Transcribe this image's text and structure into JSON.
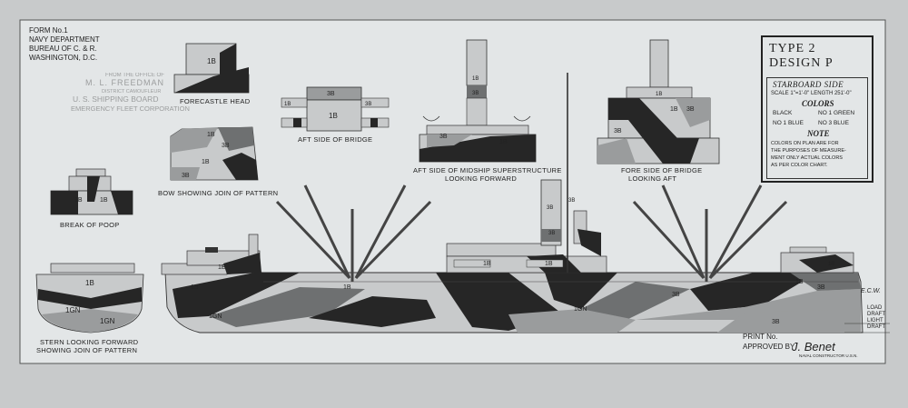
{
  "colors": {
    "paper": "#e3e6e7",
    "black": "#262626",
    "green1": "#9a9c9d",
    "blue1": "#c8cacb",
    "blue3": "#6e7071",
    "line": "#333333"
  },
  "form_block": {
    "lines": [
      "FORM No.1",
      "NAVY DEPARTMENT",
      "BUREAU OF C. & R.",
      "WASHINGTON, D.C."
    ]
  },
  "stamp": {
    "line1": "FROM THE OFFICE OF",
    "line2": "M. L. FREEDMAN",
    "line3": "DISTRICT CAMOUFLEUR",
    "line4": "U. S. SHIPPING BOARD",
    "line5": "EMERGENCY FLEET CORPORATION"
  },
  "title_box": {
    "type": "TYPE 2",
    "design": "DESIGN P",
    "side": "STARBOARD SIDE",
    "scale_label": "SCALE",
    "scale_value": "1\"=1'-0\"",
    "length_label": "LENGTH",
    "length_value": "251'-0\"",
    "colors_heading": "COLORS",
    "colors_row1_a": "BLACK",
    "colors_row1_b": "NO 1 GREEN",
    "colors_row2_a": "NO 1 BLUE",
    "colors_row2_b": "NO 3 BLUE",
    "note_heading": "NOTE",
    "note_lines": [
      "COLORS ON PLAN ARE FOR",
      "THE PURPOSES OF MEASURE-",
      "MENT ONLY  ACTUAL COLORS",
      "AS PER COLOR CHART."
    ]
  },
  "captions": {
    "forecastle": "FORECASTLE HEAD",
    "aft_bridge": "AFT SIDE OF BRIDGE",
    "bow_join": "BOW SHOWING JOIN OF PATTERN",
    "break_poop": "BREAK OF POOP",
    "midship_1": "AFT SIDE OF MIDSHIP SUPERSTRUCTURE",
    "midship_2": "LOOKING FORWARD",
    "fore_bridge_1": "FORE SIDE OF BRIDGE",
    "fore_bridge_2": "LOOKING AFT",
    "stern_1": "STERN LOOKING FORWARD",
    "stern_2": "SHOWING JOIN OF PATTERN"
  },
  "labels": {
    "b1": "1B",
    "b3": "3B",
    "gn": "1GN",
    "load_draft_1": "LOAD",
    "load_draft_2": "DRAFT",
    "light_draft_1": "LIGHT",
    "light_draft_2": "DRAFT"
  },
  "approval": {
    "print_no": "PRINT No.",
    "approved_by": "APPROVED BY",
    "signature": "J. Benet",
    "constructor": "NAVAL CONSTRUCTOR U.S.N.",
    "initials": "E.C.W."
  }
}
